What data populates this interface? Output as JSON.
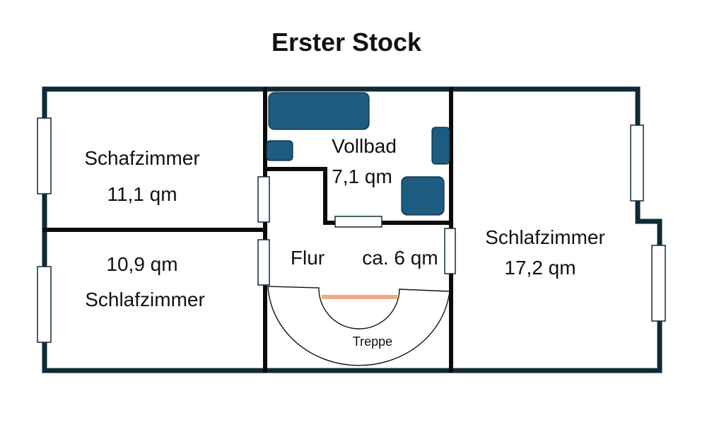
{
  "title": "Erster Stock",
  "colors": {
    "outer_wall": "#0f2a36",
    "inner_wall": "#0b0b0b",
    "fixture": "#1b5c80",
    "stair_edge": "#eea986",
    "background": "#ffffff"
  },
  "rooms": [
    {
      "id": "room-top-left",
      "name": "Schafzimmer",
      "area": "11,1 qm"
    },
    {
      "id": "room-bottom-left",
      "name": "Schlafzimmer",
      "area": "10,9 qm"
    },
    {
      "id": "room-bath",
      "name": "Vollbad",
      "area": "7,1 qm"
    },
    {
      "id": "room-hall",
      "name": "Flur",
      "area": "ca. 6 qm"
    },
    {
      "id": "room-right",
      "name": "Schlafzimmer",
      "area": "17,2 qm"
    }
  ],
  "stairs": {
    "label": "Treppe"
  },
  "fixtures": [
    "bathtub",
    "washbasin",
    "toilet",
    "shower"
  ]
}
